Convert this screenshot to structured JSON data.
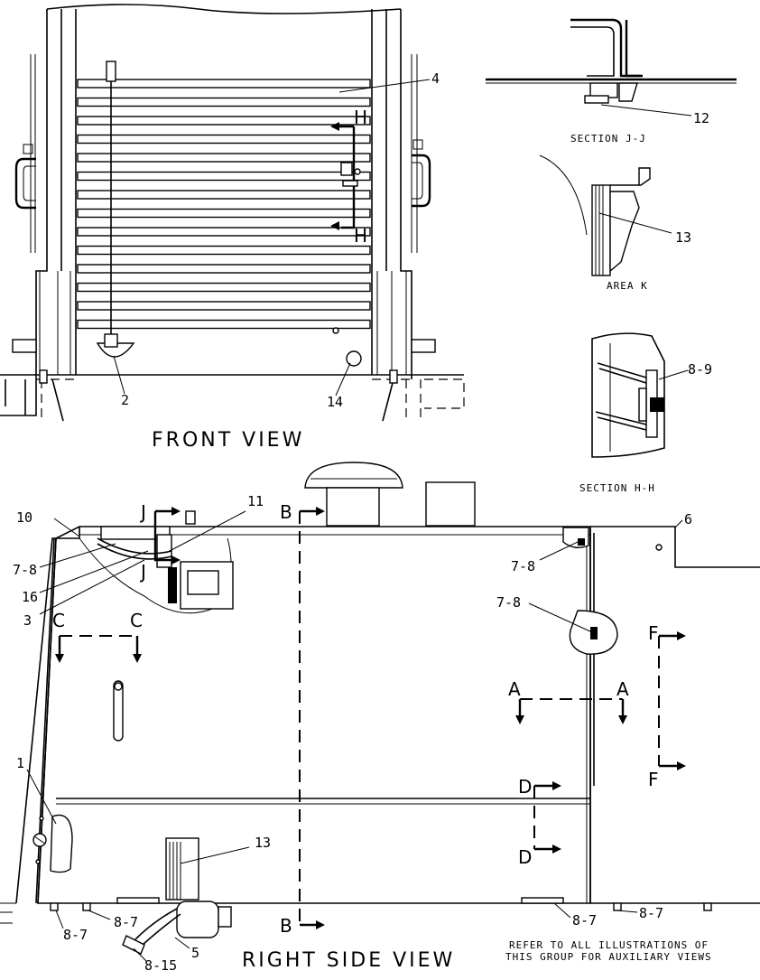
{
  "views": {
    "front_view": "FRONT VIEW",
    "right_side_view": "RIGHT SIDE VIEW"
  },
  "sections": {
    "section_jj": "SECTION J-J",
    "area_k": "AREA K",
    "section_hh": "SECTION H-H"
  },
  "note": {
    "line1": "REFER TO ALL ILLUSTRATIONS OF",
    "line2": "THIS GROUP FOR AUXILIARY VIEWS"
  },
  "callouts": {
    "front_4": "4",
    "front_2": "2",
    "front_14": "14",
    "jj_12": "12",
    "k_13": "13",
    "hh_8_9": "8-9",
    "side_10": "10",
    "side_11": "11",
    "side_6": "6",
    "side_7_8_a": "7-8",
    "side_16": "16",
    "side_3": "3",
    "side_7_8_b": "7-8",
    "side_7_8_c": "7-8",
    "side_1": "1",
    "side_13": "13",
    "side_8_7_a": "8-7",
    "side_8_7_b": "8-7",
    "side_8_7_c": "8-7",
    "side_8_7_d": "8-7",
    "side_5": "5",
    "side_8_15": "8-15"
  },
  "cut_markers": {
    "j_top": "J",
    "j_bottom": "J",
    "h_top": "H",
    "h_bottom": "H",
    "b_top": "B",
    "b_bottom": "B",
    "c_left": "C",
    "c_right": "C",
    "a_left": "A",
    "a_right": "A",
    "f_top": "F",
    "f_bottom": "F",
    "d_top": "D",
    "d_bottom": "D"
  }
}
